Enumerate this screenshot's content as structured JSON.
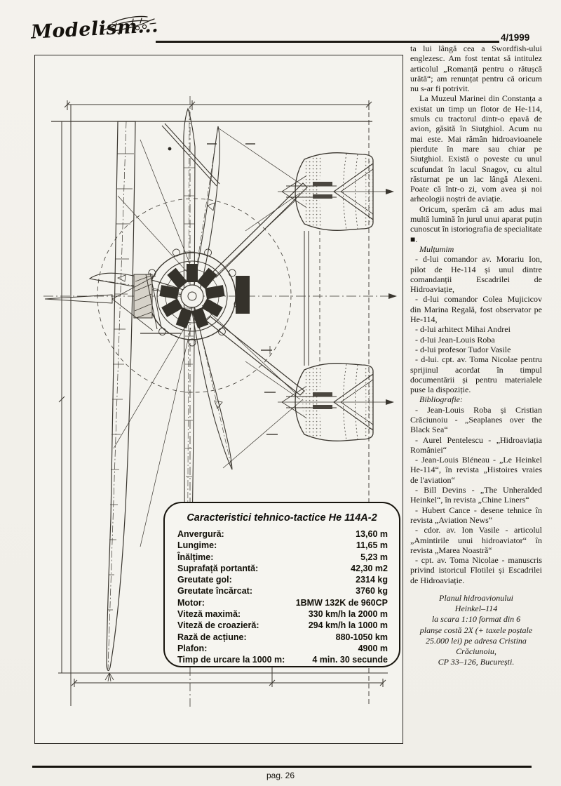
{
  "header": {
    "logo": "Modelism...",
    "issue": "4/1999"
  },
  "footer": {
    "page_label": "pag. 26"
  },
  "specs": {
    "title": "Caracteristici tehnico-tactice He 114A-2",
    "rows": [
      {
        "label": "Anvergură:",
        "value": "13,60 m"
      },
      {
        "label": "Lungime:",
        "value": "11,65 m"
      },
      {
        "label": "Înălțime:",
        "value": "5,23 m"
      },
      {
        "label": "Suprafață portantă:",
        "value": "42,30 m2"
      },
      {
        "label": "Greutate gol:",
        "value": "2314 kg"
      },
      {
        "label": "Greutate încărcat:",
        "value": "3760 kg"
      },
      {
        "label": "Motor:",
        "value": "1BMW 132K de 960CP"
      },
      {
        "label": "Viteză maximă:",
        "value": "330 km/h la 2000 m"
      },
      {
        "label": "Viteză de croazieră:",
        "value": "294 km/h la 1000 m"
      },
      {
        "label": "Rază de acțiune:",
        "value": "880-1050 km"
      },
      {
        "label": "Plafon:",
        "value": "4900 m"
      },
      {
        "label": "Timp de urcare la 1000 m:",
        "value": "4 min. 30 secunde"
      }
    ]
  },
  "article": {
    "paragraphs": [
      "ta lui lângă cea a Swordfish-ului englezesc. Am fost tentat să intitulez articolul „Romanță pentru o rătușcă urâtă“; am renunțat pentru că oricum nu s-ar fi potrivit.",
      "La Muzeul Marinei din Constanța a existat un timp un flotor de He-114, smuls cu tractorul dintr-o epavă de avion, găsită în Siutghiol. Acum nu mai este. Mai rămân hidroavioanele pierdute în mare sau chiar pe Siutghiol. Există o poveste cu unul scufundat în lacul Snagov, cu altul răsturnat pe un lac lângă Alexeni. Poate că într-o zi, vom avea și noi arheologii noștri de aviație.",
      "Oricum, sperăm că am adus mai multă lumină în jurul unui aparat puțin cunoscut în istoriografia de specialitate ■."
    ],
    "thanks_heading": "Mulțumim",
    "thanks_items": [
      "- d-lui comandor av. Morariu Ion, pilot de He-114 și unul dintre comandanții Escadrilei de Hidroaviație,",
      "- d-lui comandor Colea Mujicicov din Marina Regală, fost observator pe He-114,",
      "- d-lui arhitect Mihai Andrei",
      "- d-lui Jean-Louis Roba",
      "- d-lui profesor Tudor Vasile",
      "- d-lui. cpt. av. Toma Nicolae pentru sprijinul acordat în timpul documentării și pentru materialele puse la dispoziție."
    ],
    "bibliography_heading": "Bibliografie:",
    "bibliography_items": [
      "- Jean-Louis Roba și Cristian Crăciunoiu - „Seaplanes over the Black Sea“",
      "- Aurel Pentelescu - „Hidroaviația României“",
      "- Jean-Louis Bléneau - „Le Heinkel He-114“, în revista „Histoires vraies de l'aviation“",
      "- Bill Devins - „The Unheralded Heinkel“, în revista „Chine Liners“",
      "- Hubert Cance - desene tehnice în revista „Aviation News“",
      "- cdor. av. Ion Vasile - articolul „Amintirile unui hidroaviator“ în revista „Marea Noastră“",
      "- cpt. av. Toma Nicolae - manuscris privind istoricul Flotilei și Escadrilei de Hidroaviație."
    ],
    "plan_note_lines": [
      "Planul hidroavionului",
      "Heinkel–114",
      "la scara 1:10 format din 6",
      "planșe costă 2X (+ taxele poștale",
      "25.000 lei) pe adresa Cristina",
      "Crăciunoiu,",
      "CP 33–126, București."
    ]
  }
}
